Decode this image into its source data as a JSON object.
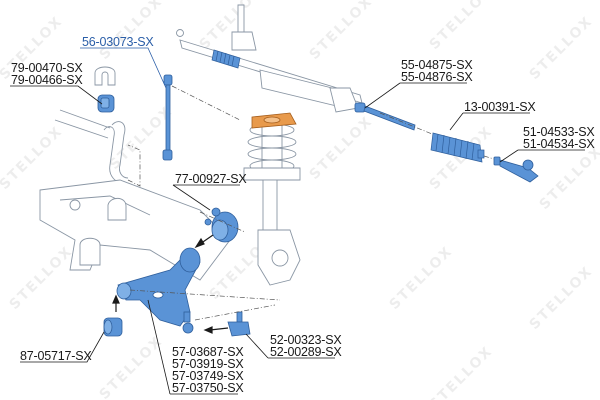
{
  "diagram": {
    "watermark_text": "STELLOX",
    "colors": {
      "part_fill": "#5a93d6",
      "part_dark": "#2f5f9c",
      "strut_mount": "#e89a4c",
      "outline": "#7a8a9a",
      "leader": "#1a1a1a",
      "highlight_label": "#2a5ea8"
    },
    "callouts": [
      {
        "id": "stab-link",
        "lines": [
          "56-03073-SX"
        ],
        "highlighted": true
      },
      {
        "id": "stab-bushing",
        "lines": [
          "79-00470-SX",
          "79-00466-SX"
        ]
      },
      {
        "id": "inner-tie-rod",
        "lines": [
          "55-04875-SX",
          "55-04876-SX"
        ]
      },
      {
        "id": "steering-boot",
        "lines": [
          "13-00391-SX"
        ]
      },
      {
        "id": "outer-tie-rod-end",
        "lines": [
          "51-04533-SX",
          "51-04534-SX"
        ]
      },
      {
        "id": "rear-arm-bushing",
        "lines": [
          "77-00927-SX"
        ]
      },
      {
        "id": "front-arm-bushing",
        "lines": [
          "87-05717-SX"
        ]
      },
      {
        "id": "control-arm",
        "lines": [
          "57-03687-SX",
          "57-03919-SX",
          "57-03749-SX",
          "57-03750-SX"
        ]
      },
      {
        "id": "ball-joint",
        "lines": [
          "52-00323-SX",
          "52-00289-SX"
        ]
      }
    ]
  }
}
